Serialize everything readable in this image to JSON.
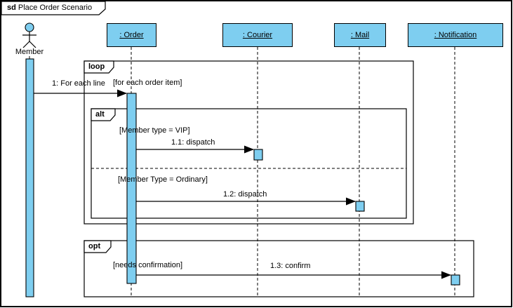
{
  "frame": {
    "keyword": "sd",
    "title": "Place Order Scenario"
  },
  "actor": {
    "label": "Member"
  },
  "lifelines": [
    {
      "label": ": Order"
    },
    {
      "label": ": Courier"
    },
    {
      "label": ": Mail"
    },
    {
      "label": ": Notification"
    }
  ],
  "fragments": {
    "loop": {
      "operator": "loop",
      "guard": "[for each order item]"
    },
    "alt": {
      "operator": "alt",
      "guard_vip": "[Member type = VIP]",
      "guard_ordinary": "[Member Type = Ordinary]"
    },
    "opt": {
      "operator": "opt",
      "guard": "[needs confirmation]"
    }
  },
  "messages": [
    {
      "label": "1: For each line"
    },
    {
      "label": "1.1: dispatch"
    },
    {
      "label": "1.2: dispatch"
    },
    {
      "label": "1.3: confirm"
    }
  ],
  "colors": {
    "lifeline_fill": "#7ECEF0",
    "stroke": "#000000",
    "background": "#FFFFFF"
  }
}
